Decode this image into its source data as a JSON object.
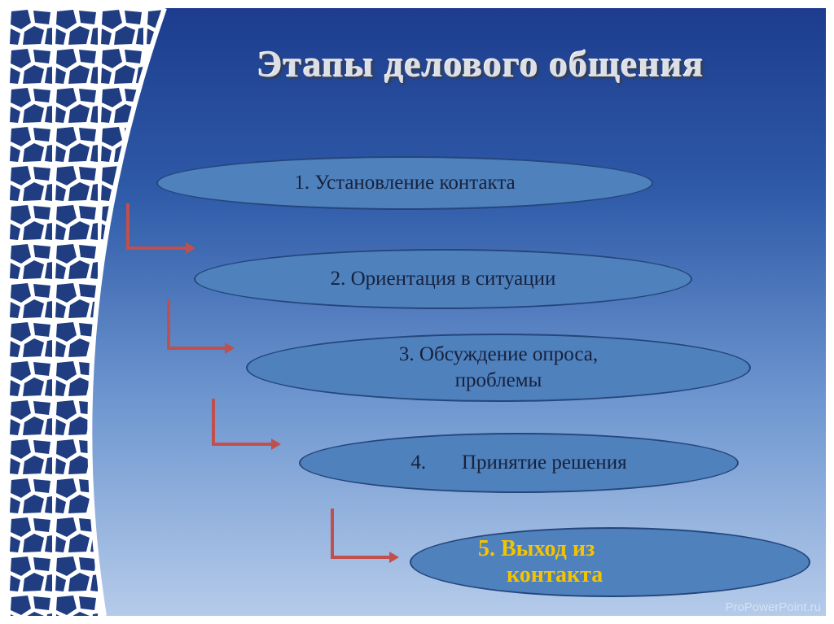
{
  "title": "Этапы делового общения",
  "stages": [
    {
      "label": "1.   Установление контакта"
    },
    {
      "label": "2.   Ориентация в ситуации"
    },
    {
      "label": "3. Обсуждение опроса,\nпроблемы"
    },
    {
      "label": "4.       Принятие решения"
    },
    {
      "label": "5. Выход из\n     контакта"
    }
  ],
  "watermark": "ProPowerPoint.ru",
  "colors": {
    "oval_fill": "#4f81bd",
    "arrow": "#c0504d",
    "final_text": "#f5c400"
  }
}
